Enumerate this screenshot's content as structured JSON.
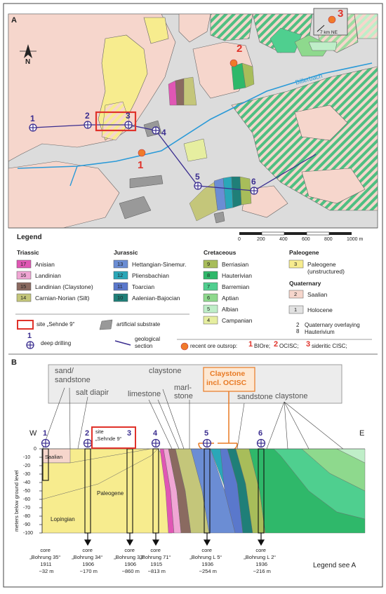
{
  "panel_a": {
    "label": "A",
    "north_label": "N",
    "creek_name": "Billerbach",
    "inset_text": "7 km NE",
    "drill_numbers": [
      "1",
      "2",
      "3",
      "4",
      "5",
      "6"
    ],
    "ore_numbers": [
      "1",
      "2",
      "3"
    ],
    "site_label": "site „Sehnde 9“"
  },
  "scale_bar": {
    "ticks": [
      "0",
      "200",
      "400",
      "600",
      "800",
      "1000 m"
    ]
  },
  "legend": {
    "title": "Legend",
    "triassic": {
      "heading": "Triassic",
      "items": [
        {
          "code": "17",
          "name": "Anisian",
          "color": "#e056b4"
        },
        {
          "code": "16",
          "name": "Landinian",
          "color": "#f0a6d4"
        },
        {
          "code": "15",
          "name": "Landinian (Claystone)",
          "color": "#8a6a60"
        },
        {
          "code": "14",
          "name": "Carnian-Norian (Silt)",
          "color": "#c4c67a"
        }
      ]
    },
    "jurassic": {
      "heading": "Jurassic",
      "items": [
        {
          "code": "13",
          "name": "Hettangian-Sinemur.",
          "color": "#6b8dd4"
        },
        {
          "code": "12",
          "name": "Pliensbachian",
          "color": "#2aa7b8"
        },
        {
          "code": "11",
          "name": "Toarcian",
          "color": "#5a78cc"
        },
        {
          "code": "10",
          "name": "Aalenian-Bajocian",
          "color": "#1f7f78"
        }
      ]
    },
    "cretaceous": {
      "heading": "Cretaceous",
      "items": [
        {
          "code": "9",
          "name": "Berriasian",
          "color": "#a8bd5a"
        },
        {
          "code": "8",
          "name": "Hauterivian",
          "color": "#2fb86a"
        },
        {
          "code": "7",
          "name": "Barremian",
          "color": "#4fcf8f"
        },
        {
          "code": "6",
          "name": "Aptian",
          "color": "#8ed98d"
        },
        {
          "code": "5",
          "name": "Albian",
          "color": "#bfeec8"
        },
        {
          "code": "4",
          "name": "Campanian",
          "color": "#e6eea0"
        }
      ]
    },
    "paleogene": {
      "heading": "Paleogene",
      "items": [
        {
          "code": "3",
          "name": "Paleogene",
          "name2": "(unstructured)",
          "color": "#f7ec8e"
        }
      ]
    },
    "quaternary": {
      "heading": "Quaternary",
      "items": [
        {
          "code": "2",
          "name": "Saalian",
          "color": "#f6d6cc"
        },
        {
          "code": "1",
          "name": "Holocene",
          "color": "#e2e2e2"
        }
      ],
      "overlay_code_top": "2",
      "overlay_code_bottom": "8",
      "overlay_text_1": "Quaternary overlaying",
      "overlay_text_2": "Hauterivium"
    },
    "symbols": {
      "site": "site „Sehnde 9“",
      "artificial": "artificial substrate",
      "drilling_number": "1",
      "drilling": "deep drilling",
      "section_1": "geological",
      "section_2": "section",
      "ore_label": "recent ore outsrop:",
      "ore_1_num": "1",
      "ore_1_name": "BIOre;",
      "ore_2_num": "2",
      "ore_2_name": "OCISC;",
      "ore_3_num": "3",
      "ore_3_name": "sideritic CISC;"
    }
  },
  "panel_b": {
    "label": "B",
    "west": "W",
    "east": "E",
    "annotations": {
      "sand_1": "sand/",
      "sand_2": "sandstone",
      "salt": "salt diapir",
      "limestone": "limestone",
      "claystone_1": "claystone",
      "marl_1": "marl-",
      "marl_2": "stone",
      "ocisc_1": "Claystone",
      "ocisc_2": "incl. OCISC",
      "sandstone": "sandstone",
      "claystone_2": "claystone"
    },
    "site_1": "site",
    "site_2": "„Sehnde 9“",
    "y_axis_label": "meters below ground level",
    "y_ticks": [
      "0",
      "-10",
      "-20",
      "-30",
      "-40",
      "-50",
      "-60",
      "-70",
      "-80",
      "-90",
      "-100"
    ],
    "unit_labels": {
      "saalian": "Saalian",
      "paleogene": "Paleogene",
      "lopingian": "Lopingian"
    },
    "cores": [
      {
        "num": "1",
        "line1": "core",
        "line2": "„Bohrung 35“",
        "line3": "1911",
        "line4": "−32 m"
      },
      {
        "num": "2",
        "line1": "core",
        "line2": "„Bohrung 34“",
        "line3": "1906",
        "line4": "−170 m"
      },
      {
        "num": "3",
        "line1": "core",
        "line2": "„Bohrung 33“",
        "line3": "1906",
        "line4": "−860 m"
      },
      {
        "num": "4",
        "line1": "core",
        "line2": "„Bohrung 71“",
        "line3": "1915",
        "line4": "−813 m"
      },
      {
        "num": "5",
        "line1": "core",
        "line2": "„Bohrung L 5“",
        "line3": "1936",
        "line4": "−254 m"
      },
      {
        "num": "6",
        "line1": "core",
        "line2": "„Bohrung L 2“",
        "line3": "1936",
        "line4": "−216 m"
      }
    ],
    "legend_note": "Legend see A"
  }
}
